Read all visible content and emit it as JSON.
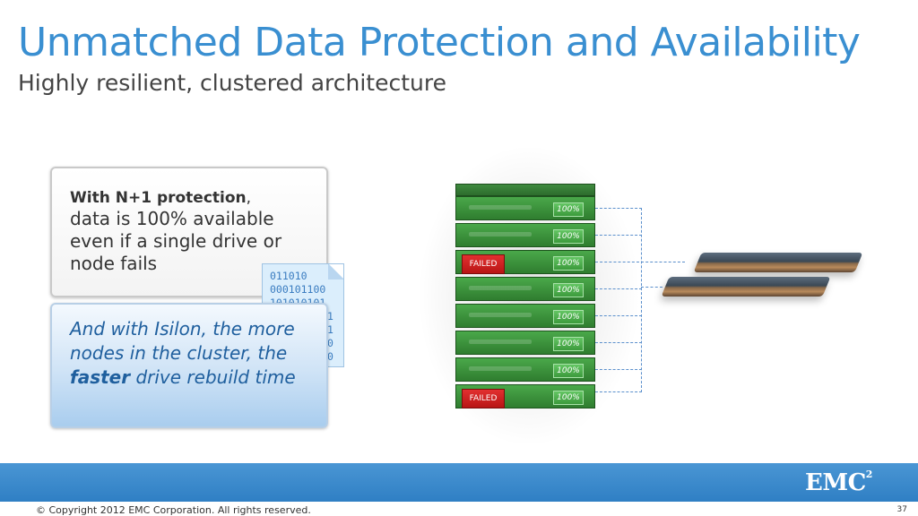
{
  "header": {
    "title": "Unmatched Data Protection and Availability",
    "subtitle": "Highly resilient, clustered architecture"
  },
  "callout1": {
    "bold": "With N+1 protection",
    "comma": ",",
    "text": "data is 100% available even if a single drive or node fails"
  },
  "data_file": {
    "lines": [
      "011010",
      "000101100",
      "101010101",
      "1",
      "1",
      "0",
      "0"
    ]
  },
  "callout2": {
    "before": "And with Isilon, the more nodes in the cluster, the ",
    "bold": "faster",
    "after": " drive rebuild time"
  },
  "cluster": {
    "nodes": [
      {
        "status": "100%",
        "failed": ""
      },
      {
        "status": "100%",
        "failed": ""
      },
      {
        "status": "100%",
        "failed": "FAILED"
      },
      {
        "status": "100%",
        "failed": ""
      },
      {
        "status": "100%",
        "failed": ""
      },
      {
        "status": "100%",
        "failed": ""
      },
      {
        "status": "100%",
        "failed": ""
      },
      {
        "status": "100%",
        "failed": "FAILED"
      }
    ]
  },
  "footer": {
    "logo": "EMC",
    "logo_sup": "2",
    "copyright": "© Copyright 2012 EMC Corporation. All rights reserved.",
    "page": "37"
  },
  "colors": {
    "title": "#3a8fd1",
    "node_green": "#2f7d2f",
    "failed_red": "#c81c1c",
    "footer_blue": "#3a8acb"
  }
}
